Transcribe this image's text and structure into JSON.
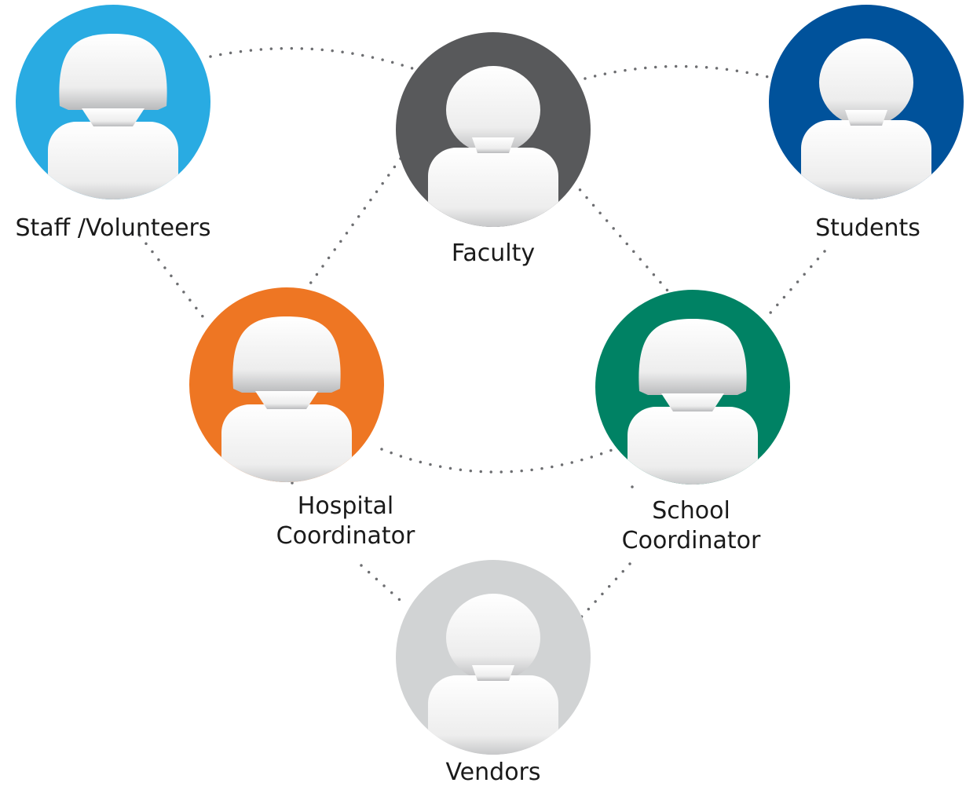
{
  "nodes": {
    "staff": {
      "label": "Staff /Volunteers",
      "color": "#29abe2",
      "figure": "female"
    },
    "faculty": {
      "label": "Faculty",
      "color": "#58595b",
      "figure": "male"
    },
    "students": {
      "label": "Students",
      "color": "#00529b",
      "figure": "male"
    },
    "hospital": {
      "line1": "Hospital",
      "line2": "Coordinator",
      "color": "#ee7623",
      "figure": "female"
    },
    "school": {
      "line1": "School",
      "line2": "Coordinator",
      "color": "#008264",
      "figure": "female"
    },
    "vendors": {
      "label": "Vendors",
      "color": "#d1d3d4",
      "figure": "male"
    }
  },
  "connections": [
    [
      "staff",
      "faculty"
    ],
    [
      "faculty",
      "students"
    ],
    [
      "staff",
      "hospital"
    ],
    [
      "faculty",
      "hospital"
    ],
    [
      "faculty",
      "school"
    ],
    [
      "students",
      "school"
    ],
    [
      "hospital",
      "school"
    ],
    [
      "hospital",
      "vendors"
    ],
    [
      "school",
      "vendors"
    ]
  ]
}
